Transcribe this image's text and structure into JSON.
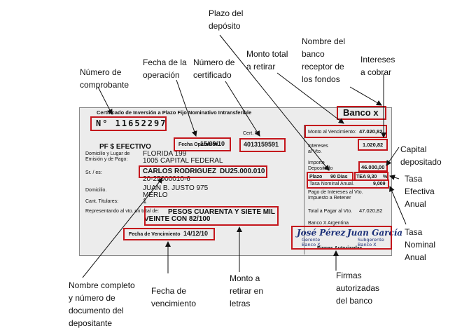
{
  "certificate": {
    "title": "Certificado de Inversión a Plazo Fijo Nominativo Intransferible",
    "bank": "Banco x",
    "number": "N° 11652297",
    "pf": "PF $ EFECTIVO",
    "fecha_label": "Fecha Operación",
    "fecha_value": "15/09/10",
    "cert_label": "Cert. N°",
    "cert_value": "4013159591",
    "domicilio_label": "Domicilio y Lugar de Emisión y de Pago:",
    "domicilio_line1": "FLORIDA 199",
    "domicilio_line2": "1005 CAPITAL FEDERAL",
    "sr_label": "Sr. / es:",
    "nombre": "CARLOS RODRIGUEZ",
    "dni": "DU25.000.010",
    "cuit": "20-25000010-6",
    "domicilio2_label": "Domicilio.",
    "domicilio2_line1": "JUAN B. JUSTO 975",
    "domicilio2_line2": "MERLO",
    "titulares_label": "Cant. Titulares:",
    "titulares_value": "1",
    "representando_label": "Representando al vto. un total de:",
    "letras_line1": "PESOS CUARENTA Y SIETE MIL",
    "letras_line2": "VEINTE CON 82/100",
    "vencimiento_label": "Fecha de Vencimiento",
    "vencimiento_value": "14/12/10",
    "monto_label": "Monto al Vencimiento:",
    "monto_value": "47.020,82",
    "intereses_label_1": "Intereses",
    "intereses_label_2": "al Vto.",
    "intereses_value": "1.020,82",
    "importe_label_1": "Importe",
    "importe_label_2": "Depositado",
    "importe_value": "46.000,00",
    "plazo_label": "Plazo",
    "plazo_value": "90 Dias",
    "tea_label": "TEA 9,30",
    "tea_unit": "%",
    "tna_label": "Tasa Nominal Anual.",
    "tna_value": "9,009",
    "pago_line1": "Pago de Intereses al Vto.",
    "pago_line2": "Impuesto a Retener",
    "total_label": "Total a Pagar al Vto.",
    "total_value": "47.020,82",
    "banco_arg": "Banco X Argentina",
    "firma1": "José Pérez",
    "firma2": "Juan García",
    "firma1_sub1": "Gerente",
    "firma1_sub2": "Banco X",
    "firma2_sub1": "Subgerente",
    "firma2_sub2": "Banco X",
    "firmas_label": "Firmas Autorizadas"
  },
  "annotations": {
    "plazo": [
      "Plazo del",
      "depósito"
    ],
    "numero_comprobante": [
      "Número de",
      "comprobante"
    ],
    "fecha_operacion": [
      "Fecha de la",
      "operación"
    ],
    "numero_certificado": [
      "Número de",
      "certificado"
    ],
    "monto_total": [
      "Monto total",
      "a retirar"
    ],
    "nombre_banco": [
      "Nombre del",
      "banco",
      "receptor de",
      "los fondos"
    ],
    "intereses": [
      "Intereses",
      "a cobrar"
    ],
    "capital": [
      "Capital",
      "depositado"
    ],
    "tea": [
      "Tasa",
      "Efectiva",
      "Anual"
    ],
    "tna": [
      "Tasa",
      "Nominal",
      "Anual"
    ],
    "nombre_completo": [
      "Nombre completo",
      "y número de",
      "documento del",
      "depositante"
    ],
    "fecha_vencimiento": [
      "Fecha de",
      "vencimiento"
    ],
    "monto_letras": [
      "Monto a",
      "retirar en",
      "letras"
    ],
    "firmas": [
      "Firmas",
      "autorizadas",
      "del banco"
    ]
  }
}
